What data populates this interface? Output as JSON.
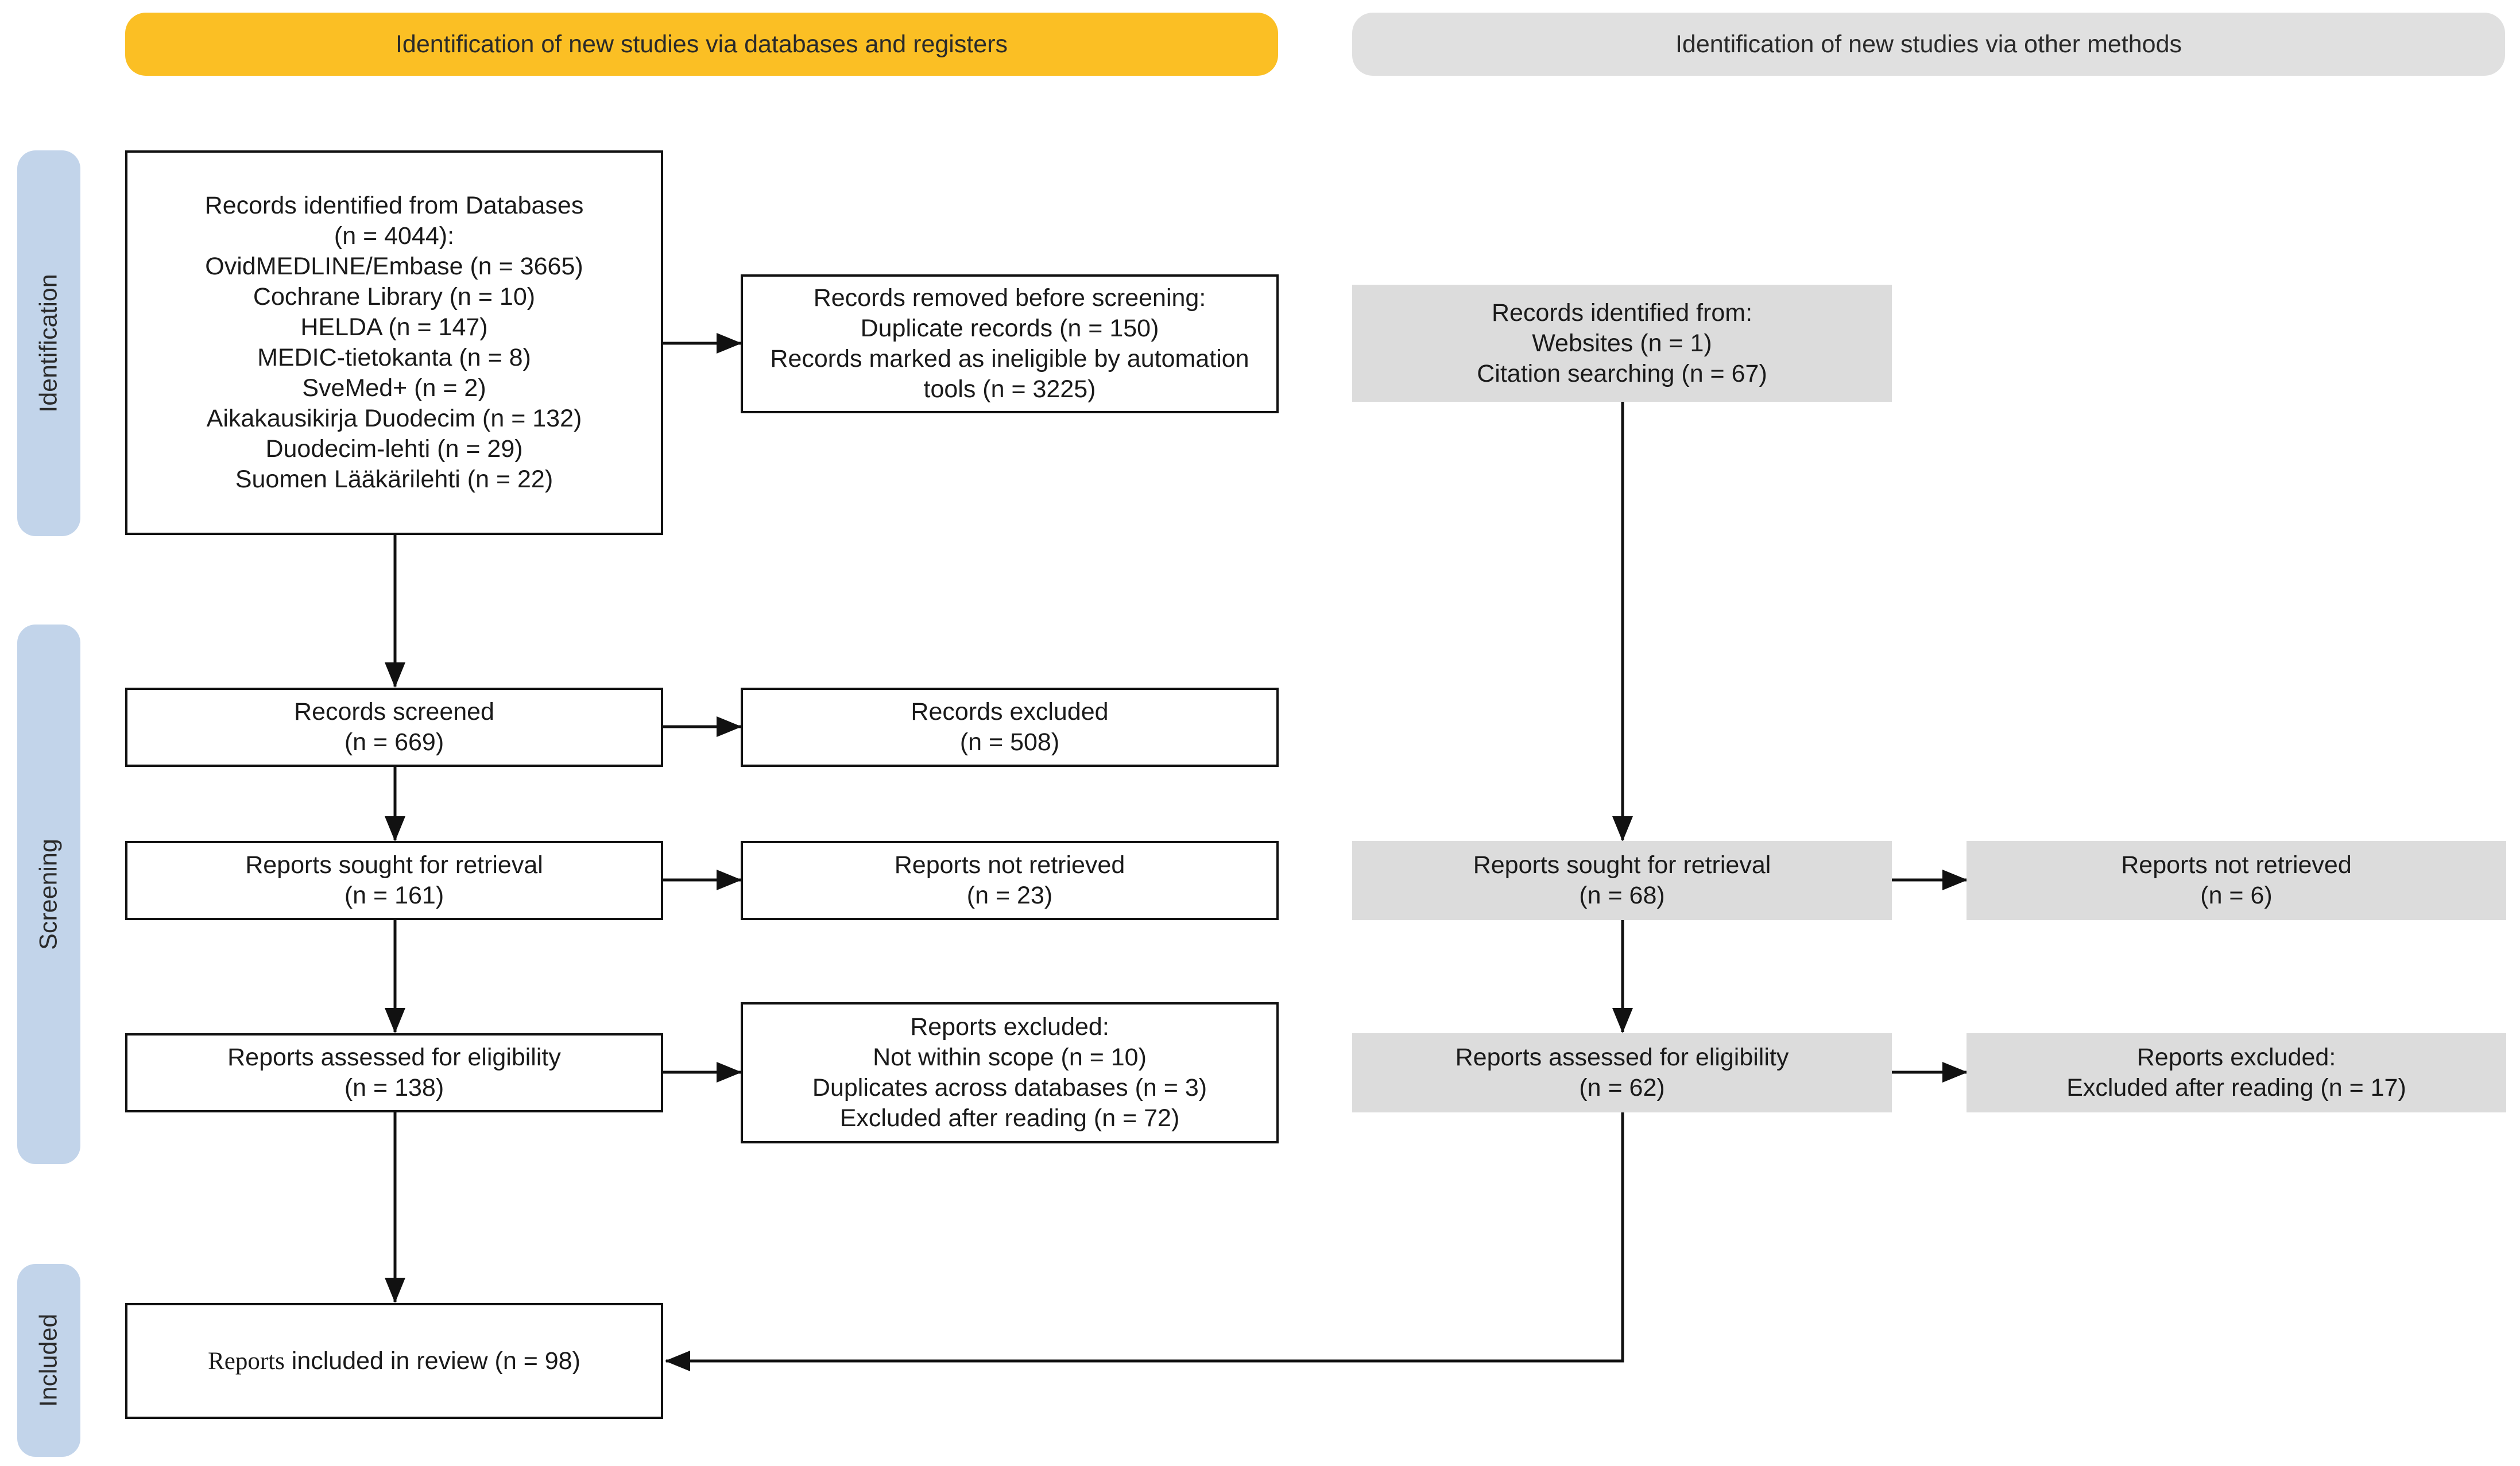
{
  "headers": {
    "databases": "Identification of new studies via databases and registers",
    "other_methods": "Identification of new studies via other methods"
  },
  "phases": {
    "identification": "Identification",
    "screening": "Screening",
    "included": "Included"
  },
  "db_identified": {
    "lines": [
      "Records identified from Databases",
      "(n = 4044):",
      "OvidMEDLINE/Embase (n = 3665)",
      "Cochrane Library (n = 10)",
      "HELDA (n = 147)",
      "MEDIC-tietokanta (n = 8)",
      "SveMed+ (n = 2)",
      "Aikakausikirja Duodecim (n = 132)",
      "Duodecim-lehti (n = 29)",
      "Suomen Lääkärilehti (n = 22)"
    ]
  },
  "db_removed": {
    "lines": [
      "Records removed before screening:",
      "Duplicate records (n = 150)",
      "Records marked as ineligible by automation",
      "tools (n = 3225)"
    ]
  },
  "db_screened": {
    "lines": [
      "Records screened",
      "(n = 669)"
    ]
  },
  "db_excluded": {
    "lines": [
      "Records excluded",
      "(n = 508)"
    ]
  },
  "db_sought": {
    "lines": [
      "Reports sought for retrieval",
      "(n = 161)"
    ]
  },
  "db_not_retrieved": {
    "lines": [
      "Reports not retrieved",
      "(n = 23)"
    ]
  },
  "db_assessed": {
    "lines": [
      "Reports assessed for eligibility",
      "(n = 138)"
    ]
  },
  "db_reports_excluded": {
    "lines": [
      "Reports excluded:",
      "Not within scope (n = 10)",
      "Duplicates across databases (n = 3)",
      "Excluded after reading (n = 72)"
    ]
  },
  "included": {
    "word": "Reports",
    "rest": " included in review (n = 98)"
  },
  "other_identified": {
    "lines": [
      "Records identified from:",
      "Websites (n = 1)",
      "Citation searching (n = 67)"
    ]
  },
  "other_sought": {
    "lines": [
      "Reports sought for retrieval",
      "(n = 68)"
    ]
  },
  "other_not_retrieved": {
    "lines": [
      "Reports not retrieved",
      "(n = 6)"
    ]
  },
  "other_assessed": {
    "lines": [
      "Reports assessed for eligibility",
      "(n = 62)"
    ]
  },
  "other_reports_excluded": {
    "lines": [
      "Reports excluded:",
      "Excluded after reading (n = 17)"
    ]
  },
  "colors": {
    "banner_databases": "#fbbf24",
    "banner_other": "#e0e0e0",
    "phase_bars": "#c2d4ea",
    "gray_boxes": "#dcdcdc",
    "lines": "#111111"
  }
}
